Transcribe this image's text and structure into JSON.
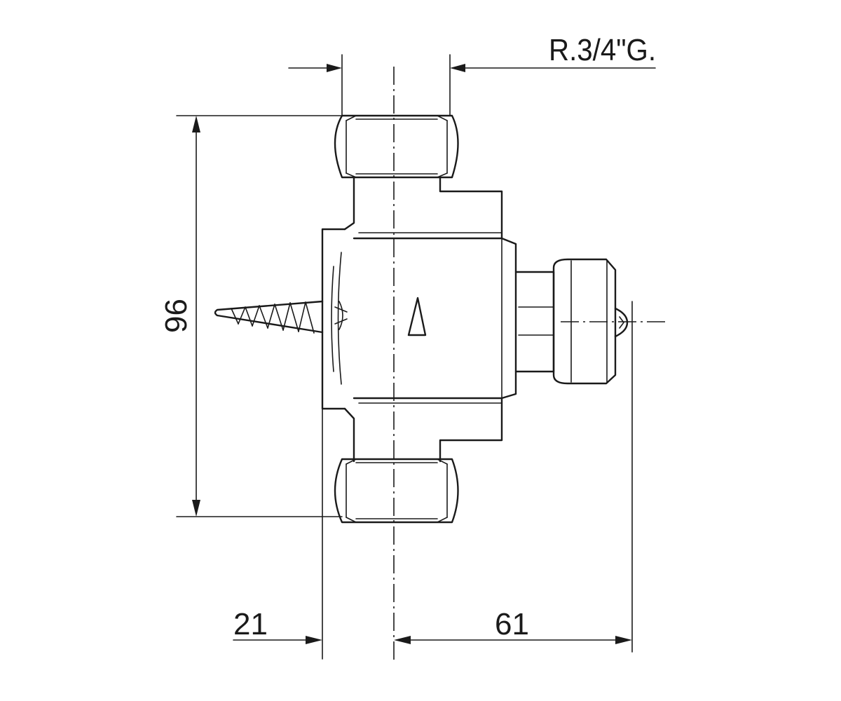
{
  "labels": {
    "thread": "R.3/4\"G.",
    "height": "96",
    "left_offset": "21",
    "right_offset": "61"
  },
  "colors": {
    "line": "#1a1a1a",
    "background": "#ffffff"
  }
}
